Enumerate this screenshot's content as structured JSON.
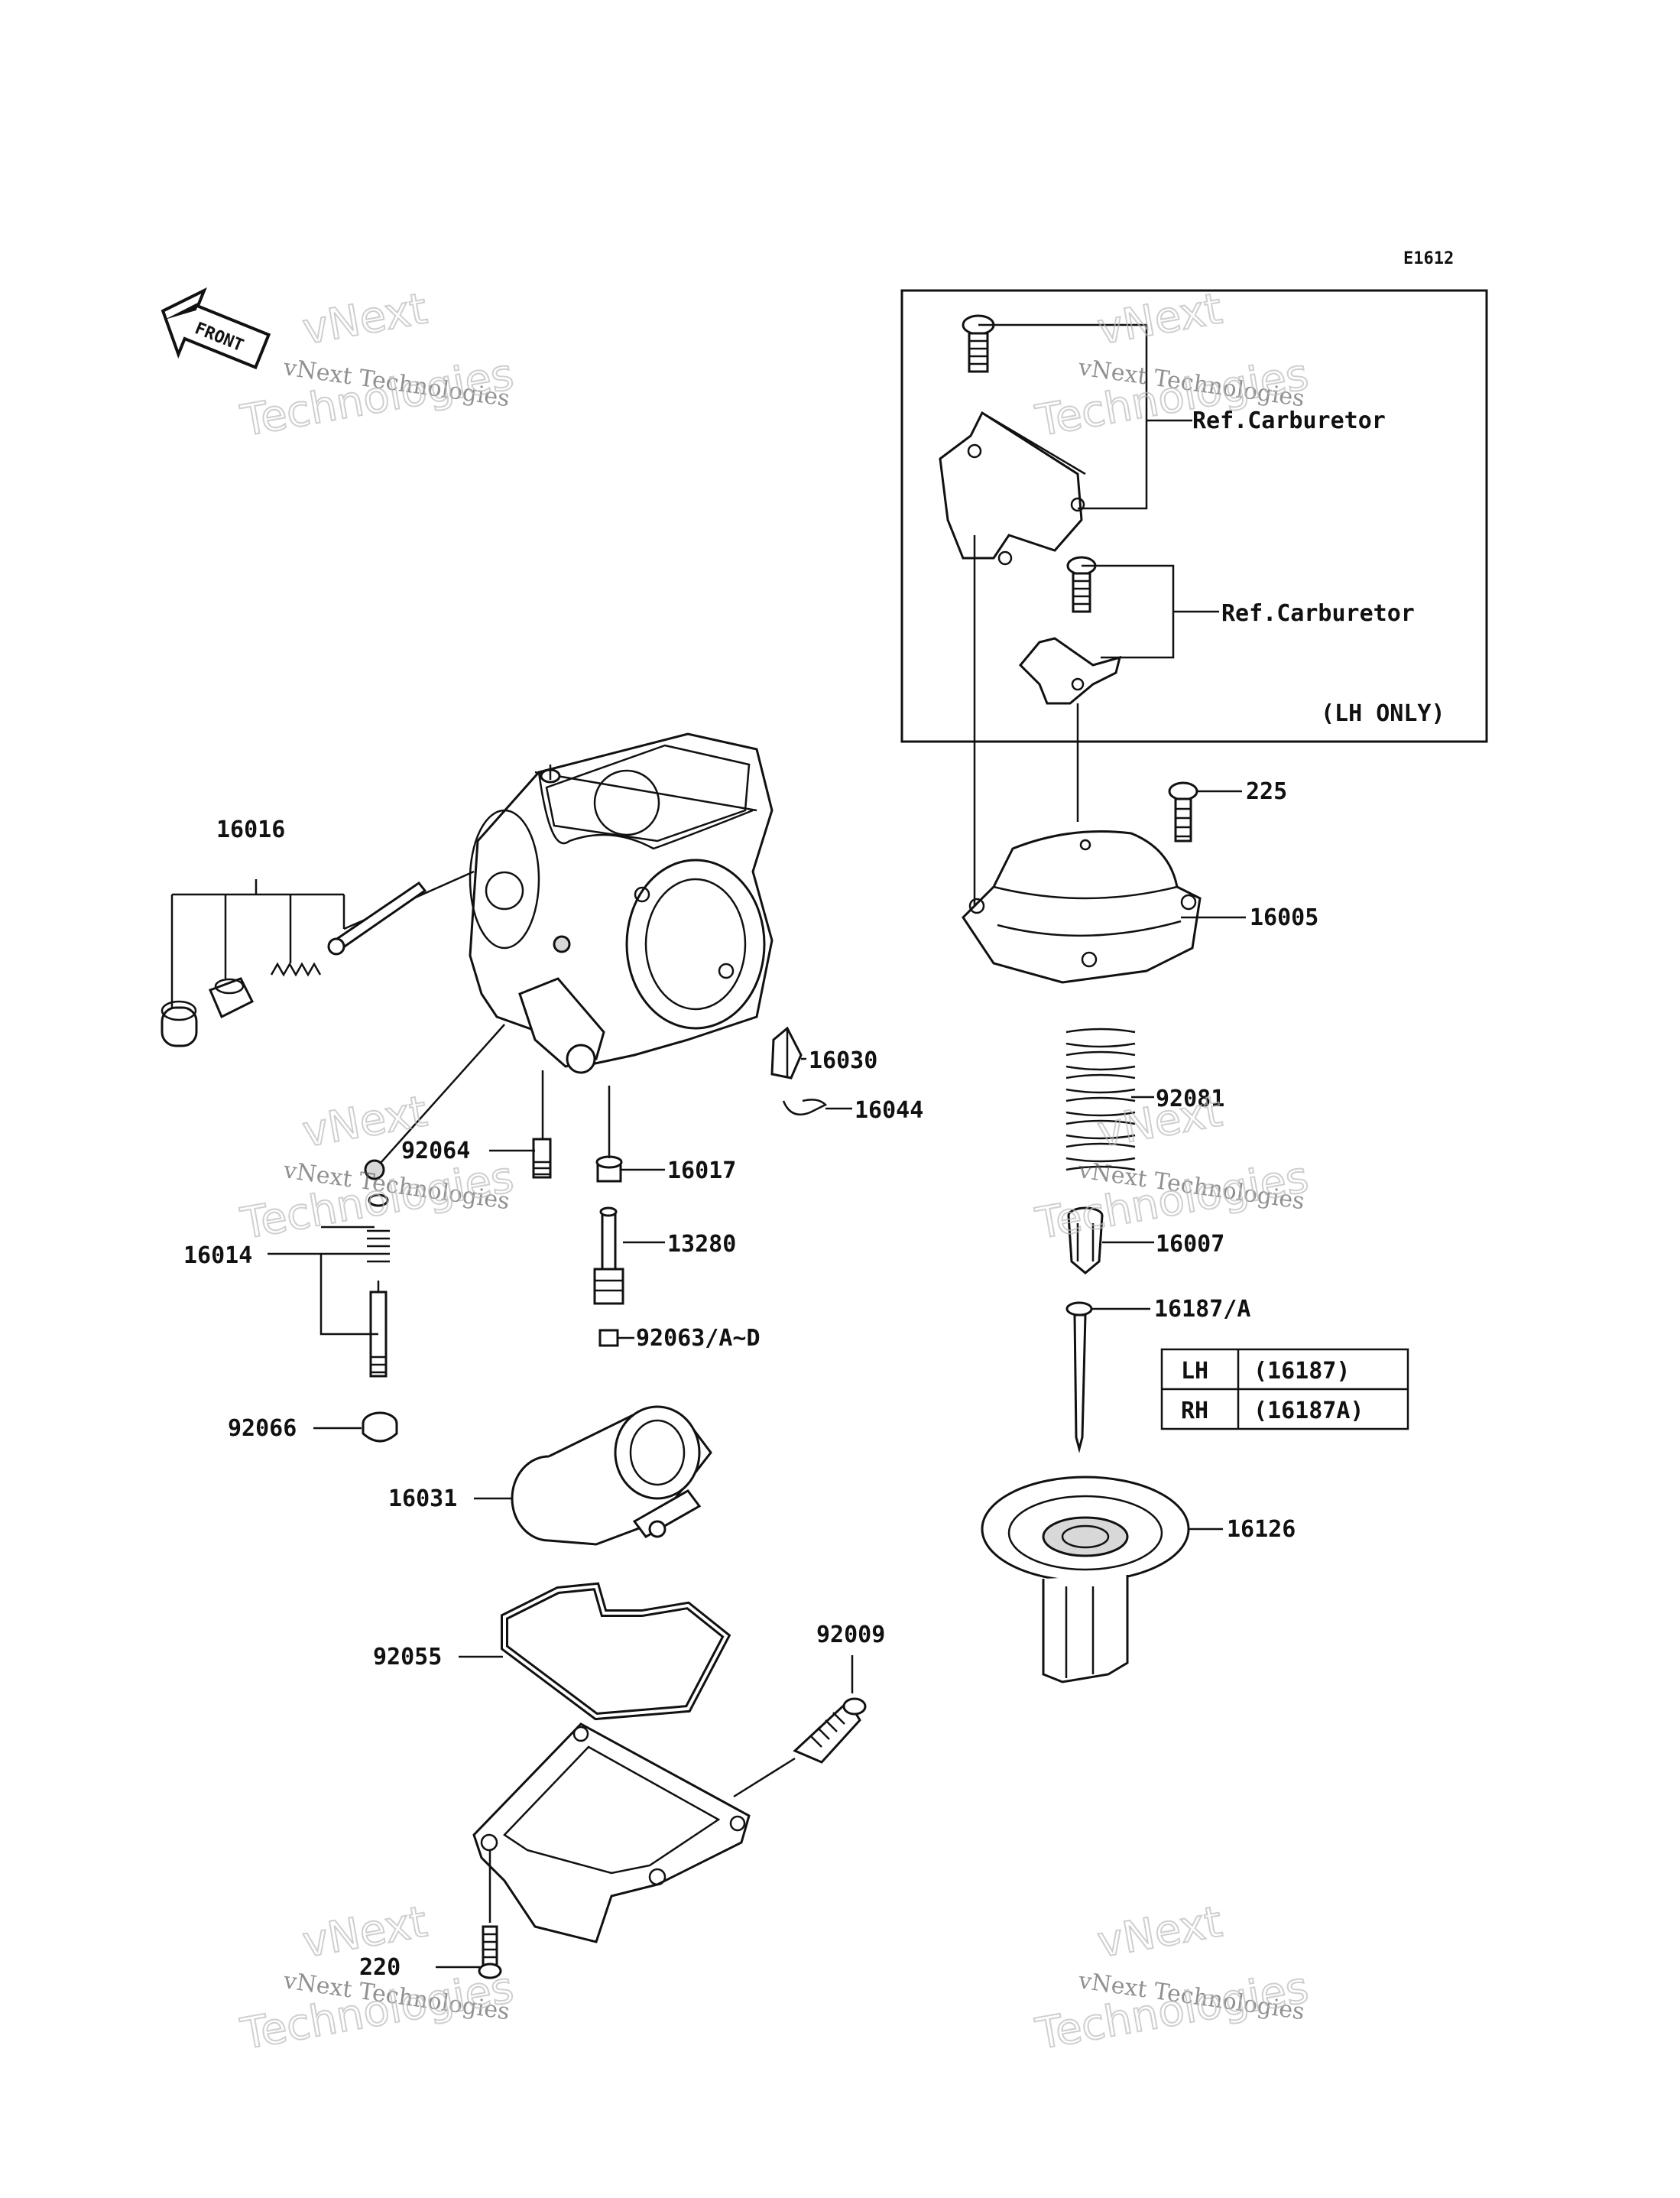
{
  "diagram_code": "E1612",
  "front_label": "FRONT",
  "ref_labels": [
    "Ref.Carburetor",
    "Ref.Carburetor"
  ],
  "lh_only_label": "(LH ONLY)",
  "watermark": {
    "line1": "vNext Technologies",
    "line2": "vNext",
    "line3": "Technologies"
  },
  "parts": {
    "p16016": "16016",
    "p16014": "16014",
    "p92064": "92064",
    "p16017": "16017",
    "p13280": "13280",
    "p92063": "92063/A~D",
    "p92066": "92066",
    "p16031": "16031",
    "p92055": "92055",
    "p92009": "92009",
    "p220": "220",
    "p16030": "16030",
    "p16044": "16044",
    "p225": "225",
    "p16005": "16005",
    "p92081": "92081",
    "p16007": "16007",
    "p16187": "16187/A",
    "p16126": "16126"
  },
  "variant_table": [
    {
      "side": "LH",
      "part": "(16187)"
    },
    {
      "side": "RH",
      "part": "(16187A)"
    }
  ]
}
